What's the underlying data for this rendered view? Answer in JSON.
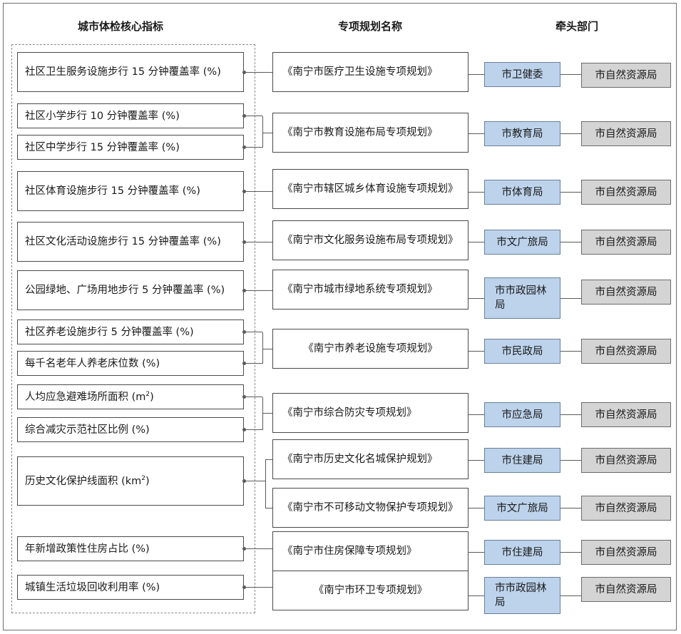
{
  "headers": {
    "indicators": "城市体检核心指标",
    "plans": "专项规划名称",
    "departments": "牵头部门"
  },
  "indicators": [
    {
      "text": "社区卫生服务设施步行 15 分钟覆盖率 (%)"
    },
    {
      "text": "社区小学步行 10 分钟覆盖率 (%)"
    },
    {
      "text": "社区中学步行 15 分钟覆盖率 (%)"
    },
    {
      "text": "社区体育设施步行 15 分钟覆盖率 (%)"
    },
    {
      "text": "社区文化活动设施步行 15 分钟覆盖率 (%)"
    },
    {
      "text": "公园绿地、广场用地步行 5 分钟覆盖率 (%)"
    },
    {
      "text": "社区养老设施步行 5 分钟覆盖率 (%)"
    },
    {
      "text": "每千名老年人养老床位数 (%)"
    },
    {
      "text": "人均应急避难场所面积 (m",
      "sup": "2",
      "tail": ")"
    },
    {
      "text": "综合减灾示范社区比例 (%)"
    },
    {
      "text": "历史文化保护线面积 (km",
      "sup": "2",
      "tail": ")"
    },
    {
      "text": "年新增政策性住房占比 (%)"
    },
    {
      "text": "城镇生活垃圾回收利用率 (%)"
    }
  ],
  "plans": [
    "《南宁市医疗卫生设施专项规划》",
    "《南宁市教育设施布局专项规划》",
    "《南宁市辖区城乡体育设施专项规划》",
    "《南宁市文化服务设施布局专项规划》",
    "《南宁市城市绿地系统专项规划》",
    "《南宁市养老设施专项规划》",
    "《南宁市综合防灾专项规划》",
    "《南宁市历史文化名城保护规划》",
    "《南宁市不可移动文物保护专项规划》",
    "《南宁市住房保障专项规划》",
    "《南宁市环卫专项规划》"
  ],
  "departments": [
    "市卫健委",
    "市教育局",
    "市体育局",
    "市文广旅局",
    "市市政园林局",
    "市民政局",
    "市应急局",
    "市住建局",
    "市文广旅局",
    "市住建局",
    "市市政园林局"
  ],
  "co_department": "市自然资源局",
  "colors": {
    "department_fill": "#bdd3ec",
    "co_department_fill": "#d4d4d4"
  }
}
